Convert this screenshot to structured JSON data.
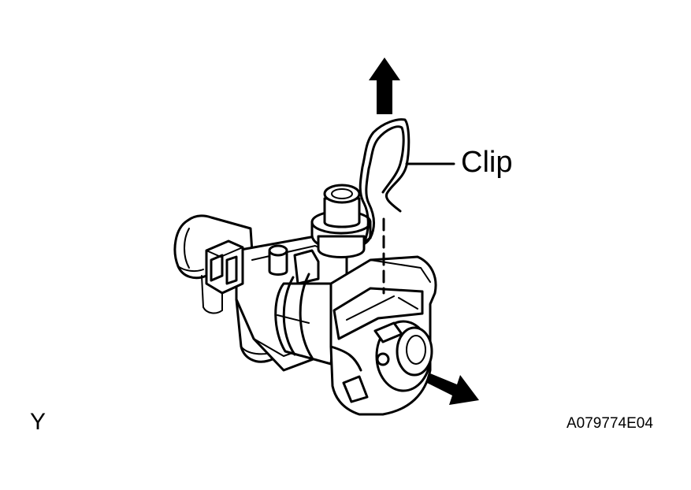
{
  "labels": {
    "clip": "Clip",
    "view": "Y",
    "figure_code": "A079774E04"
  },
  "icons": {
    "arrow_up": "arrow-up-icon",
    "arrow_down_right": "arrow-down-right-icon"
  }
}
